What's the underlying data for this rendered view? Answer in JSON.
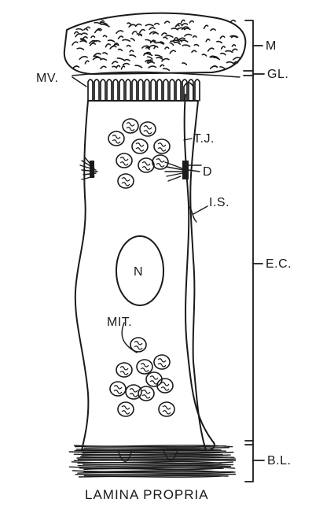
{
  "figure": {
    "labels": {
      "m": "M",
      "gl": "GL.",
      "mv": "MV.",
      "tj": "T.J.",
      "d": "D",
      "is": "I.S.",
      "ec": "E.C.",
      "n": "N",
      "mit": "MIT.",
      "bl": "B.L."
    },
    "caption": "LAMINA PROPRIA"
  }
}
